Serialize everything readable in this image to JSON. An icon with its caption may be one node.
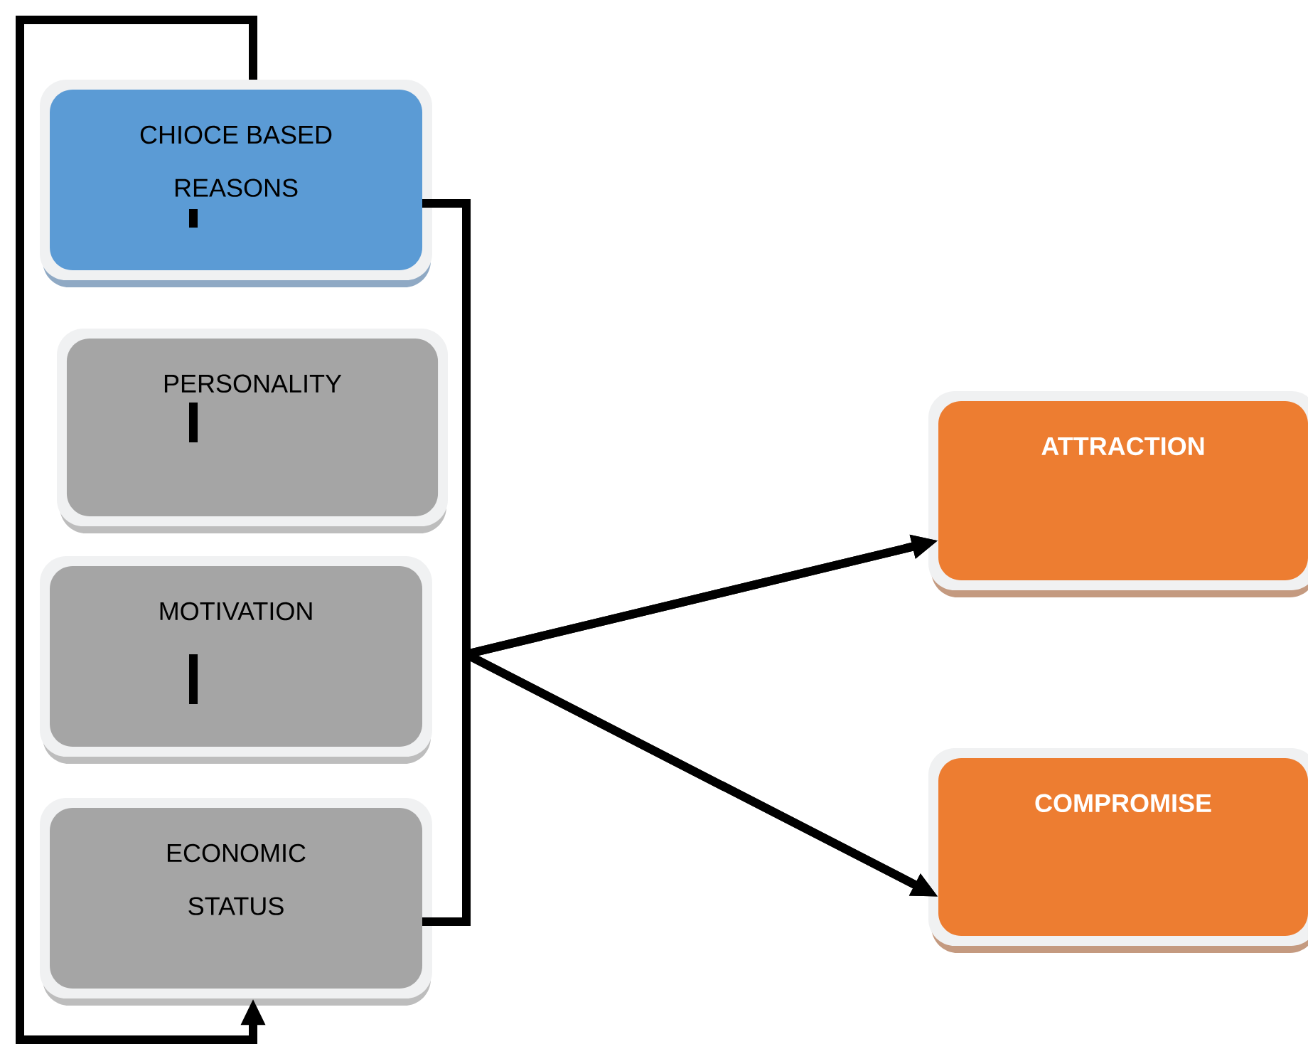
{
  "diagram": {
    "nodes": [
      {
        "text": [
          "CHIOCE BASED REASONS"
        ]
      },
      {
        "text": [
          "PERSONALITY"
        ]
      },
      {
        "text": [
          "MOTIVATION"
        ]
      },
      {
        "text": [
          "ECONOMIC STATUS"
        ]
      },
      {
        "text": [
          "ATTRACTION"
        ]
      },
      {
        "text": [
          "COMPROMISE"
        ]
      }
    ],
    "edges": [
      {
        "from": 0,
        "to": 3,
        "arrow": "to"
      },
      {
        "from": 0,
        "to": 4,
        "arrow": "to"
      },
      {
        "from": 0,
        "to": 5,
        "arrow": "to"
      },
      {
        "from": 3,
        "to": 4,
        "arrow": "to"
      },
      {
        "from": 3,
        "to": 5,
        "arrow": "to"
      }
    ]
  }
}
